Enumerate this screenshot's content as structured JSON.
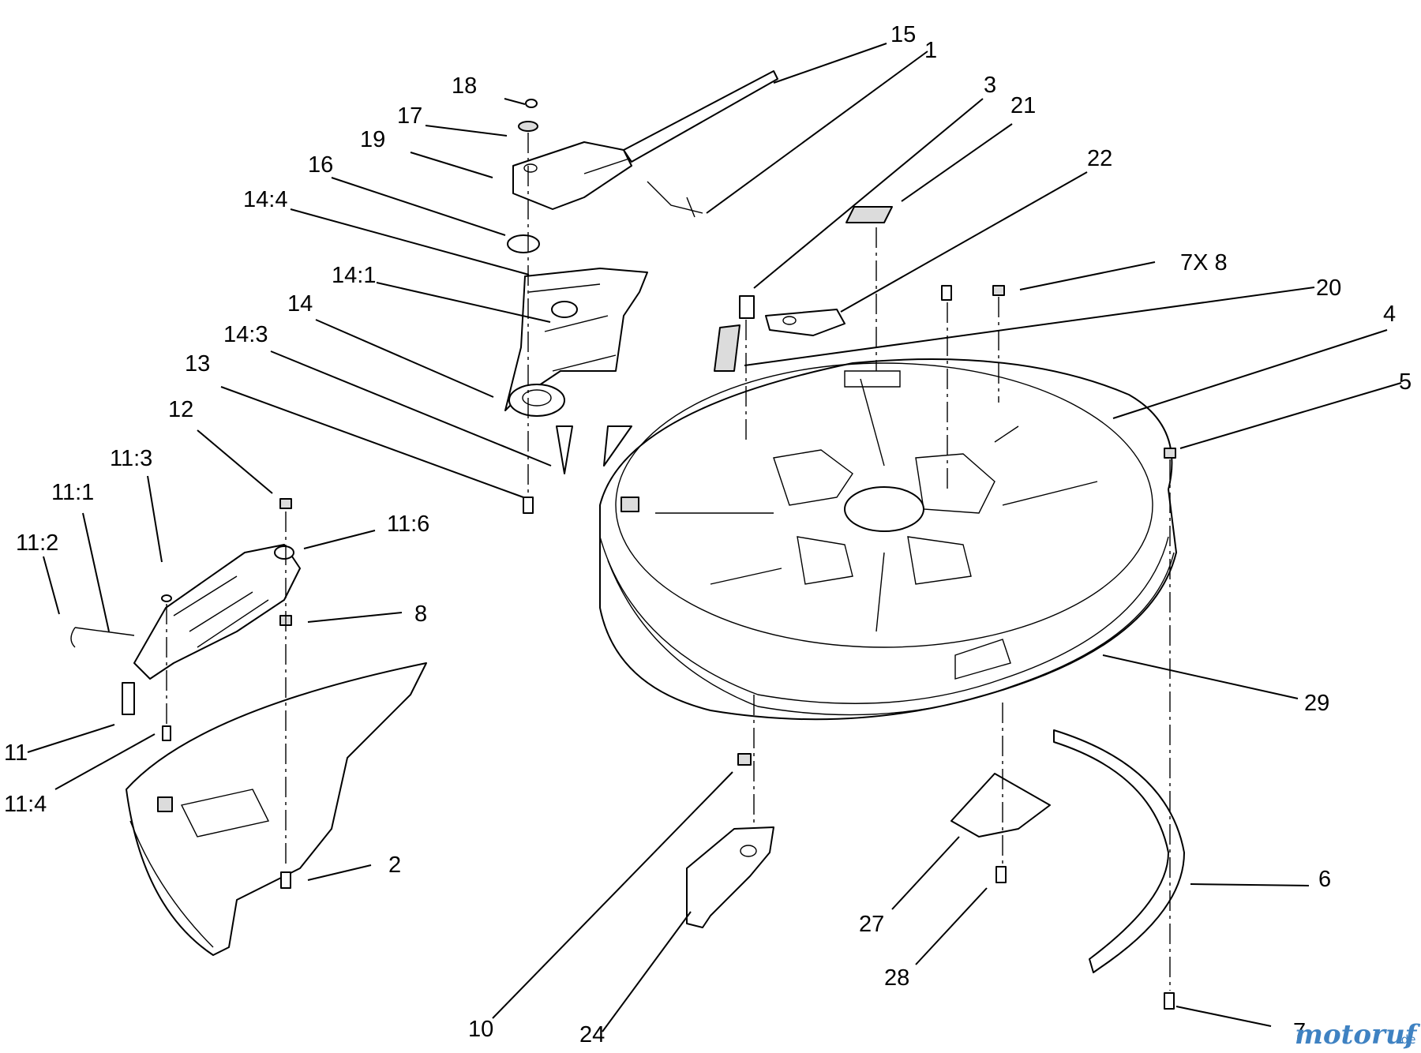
{
  "diagram": {
    "callouts": {
      "c1": "1",
      "c2": "2",
      "c3": "3",
      "c4": "4",
      "c5": "5",
      "c6": "6",
      "c7": "7",
      "c7x8": "7X 8",
      "c8": "8",
      "c10": "10",
      "c11": "11",
      "c11_1": "11:1",
      "c11_2": "11:2",
      "c11_3": "11:3",
      "c11_4": "11:4",
      "c11_6": "11:6",
      "c12": "12",
      "c13": "13",
      "c14": "14",
      "c14_1": "14:1",
      "c14_3": "14:3",
      "c14_4": "14:4",
      "c15": "15",
      "c16": "16",
      "c17": "17",
      "c18": "18",
      "c19": "19",
      "c20": "20",
      "c21": "21",
      "c22": "22",
      "c24": "24",
      "c27": "27",
      "c28": "28",
      "c29": "29"
    }
  },
  "watermark": {
    "brand": "motoruf",
    "suffix": ".de",
    "color": "#3f82c2"
  }
}
